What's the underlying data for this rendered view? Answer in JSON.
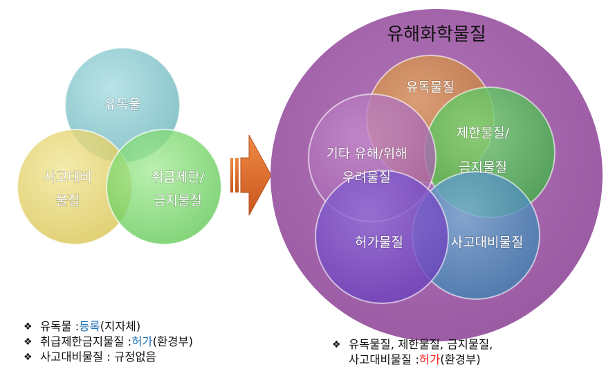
{
  "left_diagram": {
    "circles": [
      {
        "line1": "유독물",
        "line2": "",
        "color": "#7fc3c9"
      },
      {
        "line1": "사고대비",
        "line2": "물질",
        "color": "#e4d36a"
      },
      {
        "line1": "취급제한/",
        "line2": "금지물질",
        "color": "#76d46a"
      }
    ]
  },
  "arrow_color": "#e06a2a",
  "right_diagram": {
    "title": "유해화학물질",
    "outer_color": "#a060a8",
    "circles": {
      "toxic": {
        "line1": "유독물질",
        "line2": "",
        "color": "#c98a4e"
      },
      "restricted": {
        "line1": "제한물질/",
        "line2": "금지물질",
        "color": "#5cc05a"
      },
      "other": {
        "line1": "기타 유해/위해",
        "line2": "우려물질",
        "color": "#b070b8"
      },
      "permit": {
        "line1": "허가물질",
        "line2": "",
        "color": "#7048c0"
      },
      "accident": {
        "line1": "사고대비물질",
        "line2": "",
        "color": "#4c8cb8"
      }
    }
  },
  "left_notes": [
    {
      "prefix": "유독물 : ",
      "highlight": "등록",
      "suffix": " (지자체)",
      "highlight_color": "blue"
    },
    {
      "prefix": "취급제한금지물질 : ",
      "highlight": "허가",
      "suffix": "(환경부)",
      "highlight_color": "blue"
    },
    {
      "prefix": "사고대비물질 : 규정없음",
      "highlight": "",
      "suffix": "",
      "highlight_color": ""
    }
  ],
  "right_note": {
    "line1": "유독물질, 제한물질, 금지물질,",
    "line2_prefix": "사고대비물질 : ",
    "line2_highlight": "허가",
    "line2_suffix": "(환경부)"
  },
  "bullet_symbol": "❖"
}
